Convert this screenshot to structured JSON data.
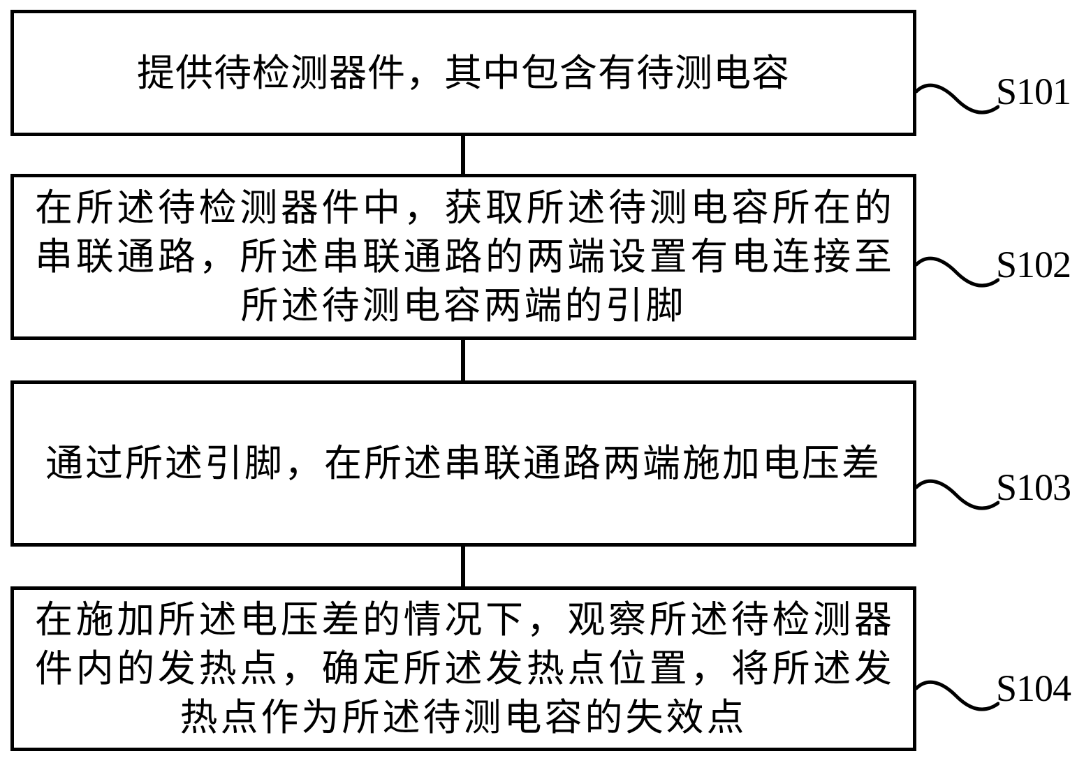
{
  "figure": {
    "background": "#ffffff",
    "line_color": "#000000"
  },
  "steps": [
    {
      "ref": "S101",
      "lines": [
        "提供待检测器件，其中包含有待测电容"
      ]
    },
    {
      "ref": "S102",
      "lines": [
        "在所述待检测器件中，获取所述待测电容所在的",
        "串联通路，所述串联通路的两端设置有电连接至",
        "所述待测电容两端的引脚"
      ]
    },
    {
      "ref": "S103",
      "lines": [
        "通过所述引脚，在所述串联通路两端施加电压差"
      ]
    },
    {
      "ref": "S104",
      "lines": [
        "在施加所述电压差的情况下，观察所述待检测器",
        "件内的发热点，确定所述发热点位置，将所述发",
        "热点作为所述待测电容的失效点"
      ]
    }
  ]
}
